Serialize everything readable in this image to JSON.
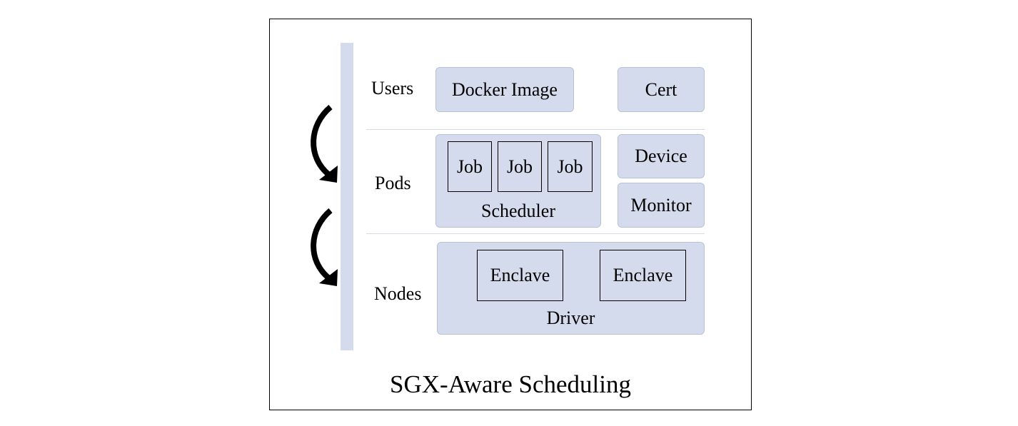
{
  "diagram": {
    "rows": {
      "users": "Users",
      "pods": "Pods",
      "nodes": "Nodes"
    },
    "users": {
      "docker_image": "Docker Image",
      "cert": "Cert"
    },
    "pods": {
      "jobs": [
        "Job",
        "Job",
        "Job"
      ],
      "scheduler": "Scheduler",
      "device": "Device",
      "monitor": "Monitor"
    },
    "nodes": {
      "enclaves": [
        "Enclave",
        "Enclave"
      ],
      "driver": "Driver"
    },
    "caption": "SGX-Aware Scheduling",
    "colors": {
      "box_fill": "#d4dbec",
      "bar_fill": "#d4dbec",
      "arrow": "#000000"
    }
  }
}
